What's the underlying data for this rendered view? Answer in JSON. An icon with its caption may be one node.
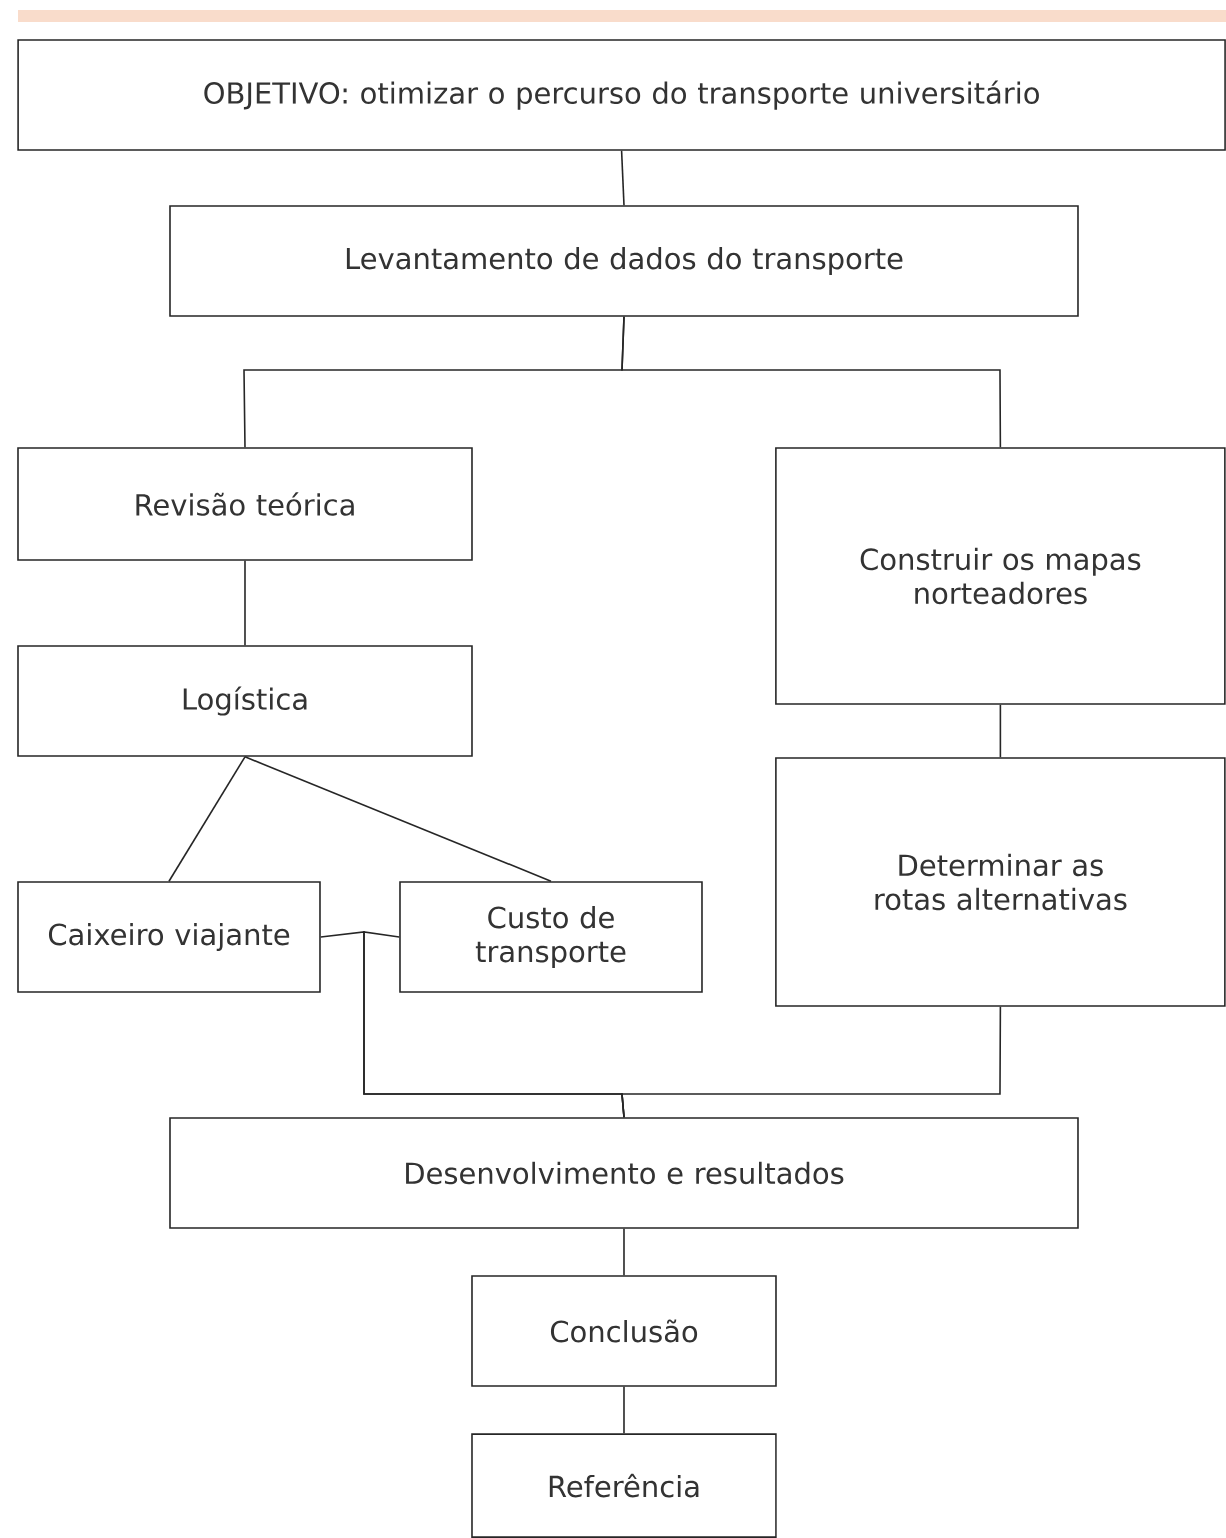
{
  "diagram": {
    "nodes": [
      {
        "text": [
          "OBJETIVO: otimizar o percurso do transporte universitário"
        ]
      },
      {
        "text": [
          "Levantamento de dados do transporte"
        ]
      },
      {
        "text": [
          "Revisão teórica"
        ]
      },
      {
        "text": [
          "Construir os mapas norteadores"
        ]
      },
      {
        "text": [
          "Logística"
        ]
      },
      {
        "text": [
          "Caixeiro viajante"
        ]
      },
      {
        "text": [
          "Custo de transporte"
        ]
      },
      {
        "text": [
          "Determinar as rotas alternativas"
        ]
      },
      {
        "text": [
          "Desenvolvimento e resultados"
        ]
      },
      {
        "text": [
          "Conclusão"
        ]
      },
      {
        "text": [
          "Referência"
        ]
      }
    ],
    "edges": [
      {
        "from": 0,
        "to": 1,
        "arrow": "none"
      },
      {
        "from": 1,
        "to": 2,
        "arrow": "none"
      },
      {
        "from": 1,
        "to": 3,
        "arrow": "none"
      },
      {
        "from": 2,
        "to": 4,
        "arrow": "none"
      },
      {
        "from": 4,
        "to": 5,
        "arrow": "none"
      },
      {
        "from": 4,
        "to": 6,
        "arrow": "none"
      },
      {
        "from": 3,
        "to": 7,
        "arrow": "none"
      },
      {
        "from": 5,
        "to": 8,
        "arrow": "none"
      },
      {
        "from": 6,
        "to": 8,
        "arrow": "none"
      },
      {
        "from": 7,
        "to": 8,
        "arrow": "none"
      },
      {
        "from": 8,
        "to": 9,
        "arrow": "none"
      },
      {
        "from": 9,
        "to": 10,
        "arrow": "none"
      }
    ]
  }
}
